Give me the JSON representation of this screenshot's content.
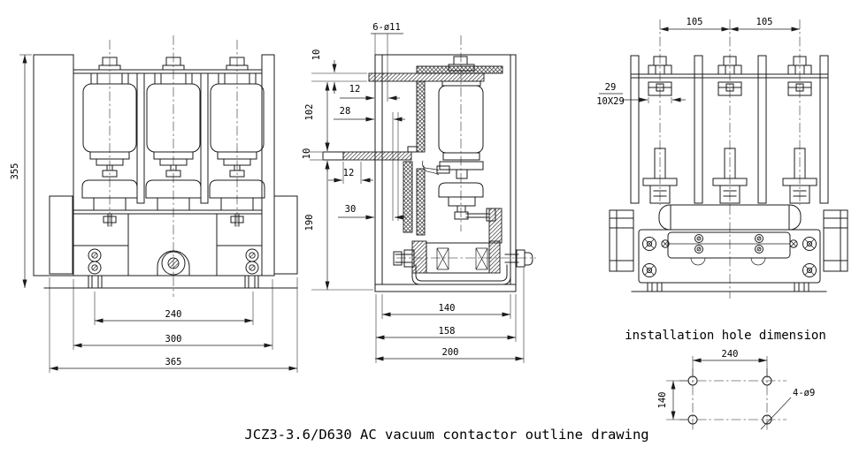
{
  "drawing_title": "JCZ3-3.6/D630 AC vacuum contactor outline drawing",
  "front_view": {
    "height": "355",
    "foot_hole_span": "240",
    "base_width": "300",
    "overall_width": "365"
  },
  "side_view": {
    "terminal_holes": "6-ø11",
    "upper_terminal_thickness": "10",
    "upper_hole_offset": "12",
    "terminal_gap": "102",
    "hole_center_offset": "28",
    "lower_terminal_thickness": "10",
    "lower_hole_offset": "12",
    "lower_section_height": "190",
    "hole_to_frame": "30",
    "mechanism_width": "140",
    "bracket_width": "158",
    "overall_depth": "200"
  },
  "rear_view": {
    "pole_pitch_left": "105",
    "pole_pitch_right": "105",
    "terminal_width": "29",
    "terminal_slot": "10X29"
  },
  "installation": {
    "caption": "installation hole dimension",
    "hole_span_horizontal": "240",
    "hole_span_vertical": "140",
    "hole_spec": "4-ø9"
  }
}
